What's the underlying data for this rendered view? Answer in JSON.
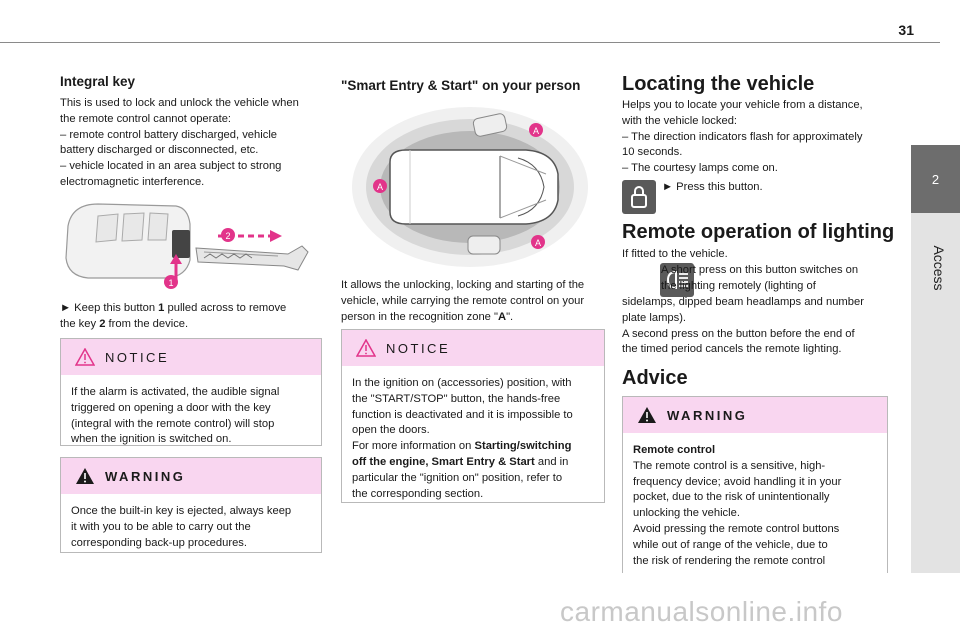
{
  "page": {
    "number": "31",
    "section_tab": "2",
    "section_label": "Access"
  },
  "col1": {
    "heading": "Integral key",
    "intro": [
      "This is used to lock and unlock the vehicle when",
      "the remote control cannot operate:",
      "–  remote control battery discharged, vehicle",
      "battery discharged or disconnected, etc.",
      "–  vehicle located in an area subject to strong",
      "electromagnetic interference."
    ],
    "figure_labels": {
      "one": "1",
      "two": "2"
    },
    "step_prefix": "►  Keep this button ",
    "step_bold1": "1",
    "step_mid": " pulled across to remove",
    "step_line2_a": "the key ",
    "step_bold2": "2",
    "step_line2_b": " from the device.",
    "notice": {
      "title": "NOTICE",
      "lines": [
        "If the alarm is activated, the audible signal",
        "triggered on opening a door with the key",
        "(integral with the remote control) will stop",
        "when the ignition is switched on."
      ]
    },
    "warning": {
      "title": "WARNING",
      "lines": [
        "Once the built-in key is ejected, always keep",
        "it with you to be able to carry out the",
        "corresponding back-up procedures."
      ]
    }
  },
  "col2": {
    "heading": "\"Smart Entry & Start\" on your person",
    "zone_label": "A",
    "para_lines": [
      "It allows the unlocking, locking and starting of the",
      "vehicle, while carrying the remote control on your"
    ],
    "para_last_a": "person in the recognition zone \"",
    "para_last_bold": "A",
    "para_last_b": "\".",
    "notice": {
      "title": "NOTICE",
      "lines": [
        "In the ignition on (accessories) position, with",
        "the \"START/STOP\" button, the hands-free",
        "function is deactivated and it is impossible to",
        "open the doors."
      ],
      "more_a": "For more information on ",
      "more_bold1": "Starting/switching",
      "more_bold2": "off the engine, Smart Entry & Start",
      "more_b": " and in",
      "more_c": "particular the \"ignition on\" position, refer to",
      "more_d": "the corresponding section."
    }
  },
  "col3": {
    "heading1": "Locating the vehicle",
    "locate_lines": [
      "Helps you to locate your vehicle from a distance,",
      "with the vehicle locked:",
      "–  The direction indicators flash for approximately",
      "10 seconds.",
      "–  The courtesy lamps come on."
    ],
    "locate_step": "►  Press this button.",
    "heading2": "Remote operation of lighting",
    "light_fitted": "If fitted to the vehicle.",
    "light_lines_indent": [
      "A short press on this button switches on",
      "the lighting remotely (lighting of"
    ],
    "light_lines": [
      "sidelamps, dipped beam headlamps and number",
      "plate lamps).",
      "A second press on the button before the end of",
      "the timed period cancels the remote lighting."
    ],
    "heading3": "Advice",
    "warning": {
      "title": "WARNING",
      "subtitle": "Remote control",
      "lines": [
        "The remote control is a sensitive, high-",
        "frequency device; avoid handling it in your",
        "pocket, due to the risk of unintentionally",
        "unlocking the vehicle.",
        "Avoid pressing the remote control buttons",
        "while out of range of the vehicle, due to",
        "the risk of rendering the remote control"
      ]
    }
  },
  "watermark": "carmanualsonline.info",
  "colors": {
    "notice_band": "#f9d6f0",
    "badge": "#e2348a",
    "tab_dark": "#6d6d6d"
  }
}
